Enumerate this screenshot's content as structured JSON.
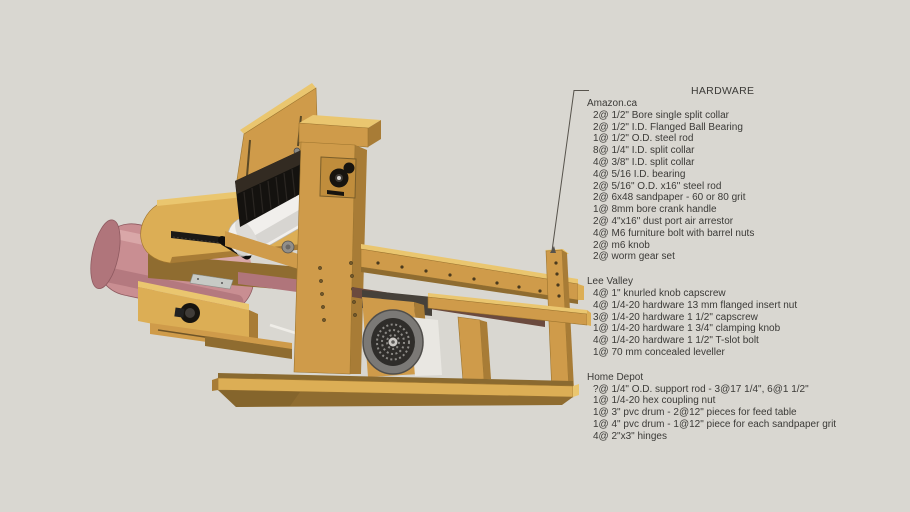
{
  "hardware_list": {
    "title": "HARDWARE",
    "sections": [
      {
        "vendor": "Amazon.ca",
        "items": [
          "2@ 1/2\" Bore single split collar",
          "2@ 1/2\" I.D. Flanged Ball Bearing",
          "1@ 1/2\" O.D. steel rod",
          "8@ 1/4\" I.D. split collar",
          "4@ 3/8\" I.D. split collar",
          "4@ 5/16 I.D. bearing",
          "2@ 5/16\" O.D. x16\" steel rod",
          "2@ 6x48 sandpaper - 60 or 80 grit",
          "1@ 8mm bore crank handle",
          "2@ 4\"x16\" dust port air arrestor",
          "4@ M6 furniture bolt with barrel nuts",
          "2@ m6 knob",
          "2@ worm gear set"
        ]
      },
      {
        "vendor": "Lee Valley",
        "items": [
          "4@ 1\" knurled knob capscrew",
          "4@ 1/4-20 hardware 13 mm flanged insert nut",
          "3@ 1/4-20 hardware 1 1/2\" capscrew",
          "1@ 1/4-20 hardware 1 3/4\" clamping knob",
          "4@ 1/4-20 hardware 1 1/2\" T-slot bolt",
          "1@ 70 mm concealed leveller"
        ]
      },
      {
        "vendor": "Home Depot",
        "items": [
          "?@ 1/4\" O.D. support rod - 3@17 1/4\", 6@1 1/2\"",
          "1@ 1/4-20 hex coupling nut",
          "1@ 3\" pvc drum - 2@12\" pieces for feed table",
          "1@ 4\" pvc drum - 1@12\" piece for each sandpaper grit",
          "4@ 2\"x3\" hinges"
        ]
      }
    ]
  },
  "palette": {
    "bg": "#d9d7d1",
    "ink": "#3b3a37",
    "leader": "#57534c",
    "woodLight": "#eac66f",
    "woodMid": "#cf9b4a",
    "woodBright": "#dcae55",
    "woodDark": "#a87c36",
    "woodShadow": "#8f6c30",
    "pink": "#c98e92",
    "pinkLight": "#dcabac",
    "pinkDark": "#b0757b",
    "blackPart": "#17140f",
    "metal": "#c7cac5",
    "whiteDrum": "#f1efec",
    "fanRing": "#7b7976",
    "fanFace": "#2f2d2a",
    "fanDot": "#8d8b87"
  }
}
